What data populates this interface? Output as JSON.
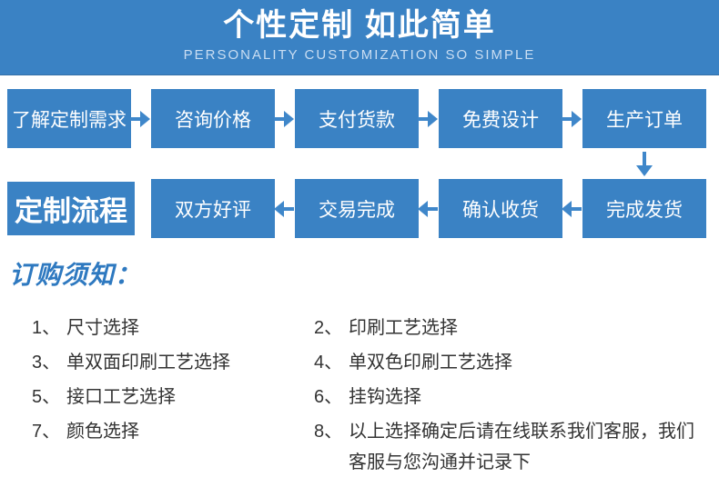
{
  "banner": {
    "title": "个性定制 如此简单",
    "subtitle": "PERSONALITY CUSTOMIZATION SO SIMPLE"
  },
  "flow": {
    "label": "定制流程",
    "row1": [
      "了解定制需求",
      "咨询价格",
      "支付货款",
      "免费设计",
      "生产订单"
    ],
    "row2": [
      "双方好评",
      "交易完成",
      "确认收货",
      "完成发货"
    ],
    "icons": {
      "forward": "arrow-right-icon",
      "backward": "arrow-left-icon",
      "down": "arrow-down-icon"
    }
  },
  "notice": {
    "heading": "订购须知：",
    "left_items": [
      {
        "num": "1、",
        "text": "尺寸选择"
      },
      {
        "num": "3、",
        "text": "单双面印刷工艺选择"
      },
      {
        "num": "5、",
        "text": "接口工艺选择"
      },
      {
        "num": "7、",
        "text": "颜色选择"
      }
    ],
    "right_items": [
      {
        "num": "2、",
        "text": "印刷工艺选择"
      },
      {
        "num": "4、",
        "text": "单双色印刷工艺选择"
      },
      {
        "num": "6、",
        "text": "挂钩选择"
      },
      {
        "num": "8、",
        "text": "以上选择确定后请在线联系我们客服，我们客服与您沟通并记录下"
      }
    ]
  },
  "colors": {
    "banner_blue": "#3a82c4",
    "box_blue": "#3a82c4",
    "arrow_blue": "#3f87ca",
    "heading_blue": "#2e79c0",
    "body_text": "#333333",
    "subtitle_text": "#c9ddf2"
  }
}
